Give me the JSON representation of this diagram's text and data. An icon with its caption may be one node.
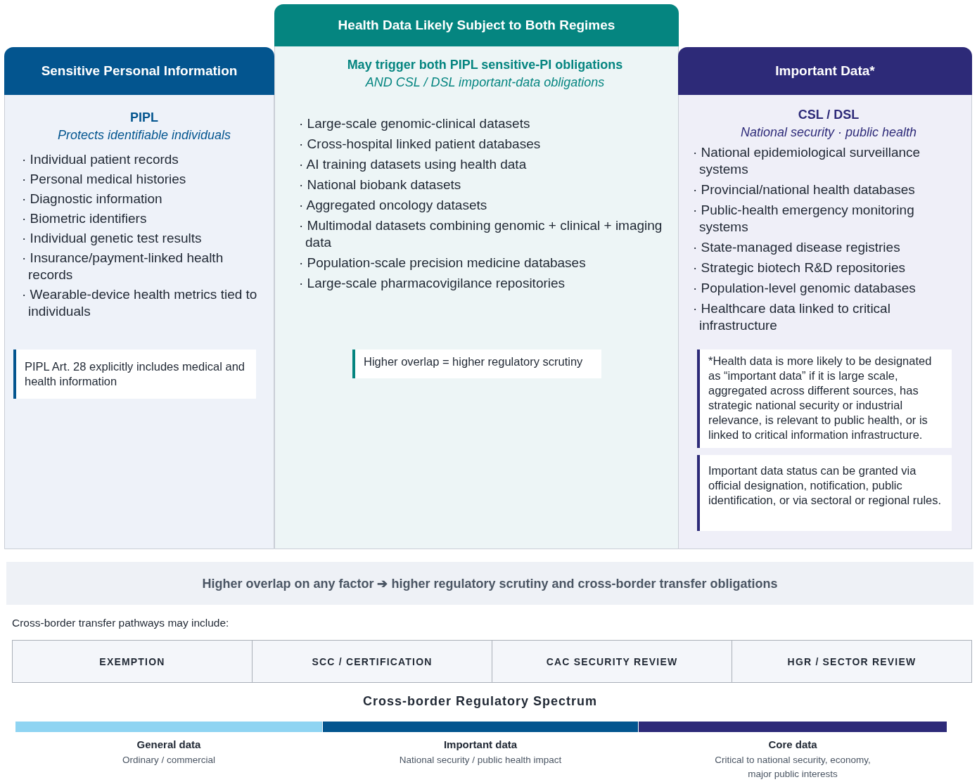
{
  "diagram": {
    "nodes": [
      {
        "text": [
          "Sensitive Personal Information",
          "PIPL",
          "Protects identifiable individuals",
          "· Individual patient records",
          "· Personal medical histories",
          "· Diagnostic information",
          "· Biometric identifiers",
          "· Individual genetic test results",
          "· Insurance/payment-linked health records",
          "· Wearable-device health metrics tied to individuals"
        ]
      },
      {
        "text": [
          "Health Data Likely Subject to Both Regimes",
          "May trigger both PIPL sensitive-PI obligations",
          "AND CSL / DSL important-data obligations",
          "· Large-scale genomic-clinical datasets",
          "· Cross-hospital linked patient databases",
          "· AI training datasets using health data",
          "· National biobank datasets",
          "· Aggregated oncology datasets",
          "· Multimodal datasets combining genomic + clinical + imaging data",
          "· Population-scale precision medicine databases",
          "· Large-scale pharmacovigilance repositories"
        ]
      },
      {
        "text": [
          "Important Data*",
          "CSL / DSL",
          "National security · public health",
          "· National epidemiological surveillance systems",
          "· Provincial/national health databases",
          "· Public-health emergency monitoring systems",
          "· State-managed disease registries",
          "· Strategic biotech R&D repositories",
          "· Population-level genomic databases",
          "· Healthcare data linked to critical infrastructure"
        ]
      },
      {
        "text": [
          "PIPL Art. 28 explicitly includes medical and health information"
        ],
        "in": 0
      },
      {
        "text": [
          "Higher overlap = higher regulatory scrutiny"
        ],
        "in": 1
      },
      {
        "text": [
          "*Health data is more likely to be designated as “important data” if it is large scale, aggregated across different sources, has strategic national security or industrial relevance, is relevant to public health, or is linked to critical information infrastructure."
        ],
        "in": 2
      },
      {
        "text": [
          "Important data status can be granted via official designation, notification, public identification, or via sectoral or regional rules."
        ],
        "in": 2
      },
      {
        "text": [
          "Higher overlap on any factor ➔ higher regulatory scrutiny and cross-border transfer obligations"
        ]
      },
      {
        "text": [
          "EXEMPTION"
        ]
      },
      {
        "text": [
          "SCC / CERTIFICATION"
        ]
      },
      {
        "text": [
          "CAC SECURITY REVIEW"
        ]
      },
      {
        "text": [
          "HGR / SECTOR REVIEW"
        ]
      },
      {
        "text": [
          "General data",
          "Ordinary / commercial"
        ]
      },
      {
        "text": [
          "Important data",
          "National security / public health impact"
        ]
      },
      {
        "text": [
          "Core data",
          "Critical to national security, economy, major public interests"
        ]
      }
    ],
    "labels": [
      "Cross-border transfer pathways may include:",
      "Cross-border Regulatory Spectrum"
    ]
  }
}
